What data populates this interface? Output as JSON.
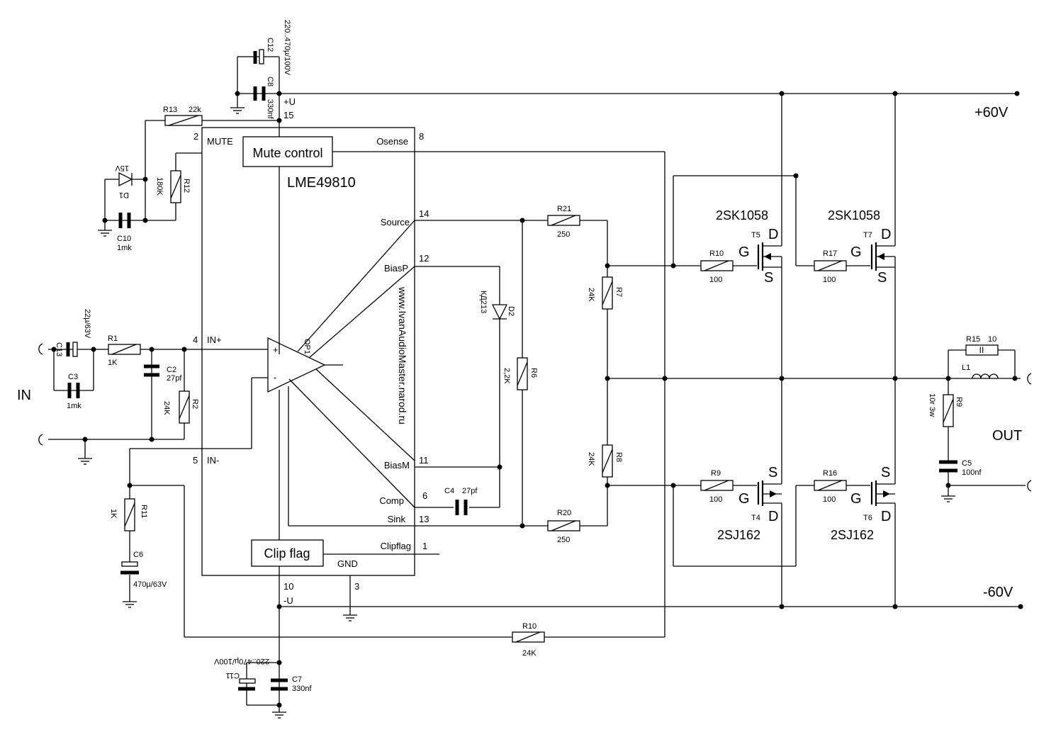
{
  "chip": {
    "name": "LME49810",
    "opamp_label": "OP1",
    "mute_block": "Mute control",
    "clip_block": "Clip flag",
    "url": "www.IvanAudioMaster.narod.ru",
    "pin_names": {
      "mute": "MUTE",
      "in_plus": "IN+",
      "in_minus": "IN-",
      "osense": "Osense",
      "source": "Source",
      "biasp": "BiasP",
      "biasm": "BiasM",
      "comp": "Comp",
      "sink": "Sink",
      "clipflag": "Clipflag",
      "gnd": "GND",
      "plus_u": "+U",
      "minus_u": "-U",
      "plus": "+",
      "minus": "-"
    },
    "pin_numbers": {
      "mute": "2",
      "in_plus": "4",
      "in_minus": "5",
      "osense": "8",
      "source": "14",
      "biasp": "12",
      "biasm": "11",
      "comp": "6",
      "sink": "13",
      "clipflag": "1",
      "gnd": "3",
      "minus_u": "10",
      "plus_u": "15"
    }
  },
  "components": {
    "C12": {
      "ref": "C12"
    },
    "C8": {
      "ref": "C8",
      "value": "330nf"
    },
    "C12_C8_rating": "220..470µ/100V",
    "R13": {
      "ref": "R13",
      "value": "22k"
    },
    "R12": {
      "ref": "R12",
      "value": "180K"
    },
    "D1": {
      "ref": "D1",
      "value": "15V"
    },
    "C10": {
      "ref": "C10",
      "value": "1mk"
    },
    "C13": {
      "ref": "C13",
      "value": "22µ/63V"
    },
    "C3": {
      "ref": "C3",
      "value": "1mk"
    },
    "R1": {
      "ref": "R1",
      "value": "1K"
    },
    "C2": {
      "ref": "C2",
      "value": "27pf"
    },
    "R2": {
      "ref": "R2",
      "value": "24K"
    },
    "R11": {
      "ref": "R11",
      "value": "1K"
    },
    "C6": {
      "ref": "C6",
      "value": "470µ/63V"
    },
    "D2": {
      "ref": "D2",
      "value": "КД213"
    },
    "R6": {
      "ref": "R6",
      "value": "2,2K"
    },
    "C4": {
      "ref": "C4",
      "value": "27pf"
    },
    "R21": {
      "ref": "R21",
      "value": "250"
    },
    "R20": {
      "ref": "R20",
      "value": "250"
    },
    "R7": {
      "ref": "R7",
      "value": "24K"
    },
    "R8": {
      "ref": "R8",
      "value": "24K"
    },
    "R10a": {
      "ref": "R10",
      "value": "100"
    },
    "R17": {
      "ref": "R17",
      "value": "100"
    },
    "R9a": {
      "ref": "R9",
      "value": "100"
    },
    "R16": {
      "ref": "R16",
      "value": "100"
    },
    "R10b": {
      "ref": "R10",
      "value": "24K"
    },
    "C11": {
      "ref": "C11"
    },
    "C7": {
      "ref": "C7",
      "value": "330nf"
    },
    "C11_C7_rating": "220..470µ/100V",
    "R15": {
      "ref": "R15",
      "value": "10"
    },
    "L1": {
      "ref": "L1"
    },
    "R9b": {
      "ref": "R9",
      "value": "10r 3w"
    },
    "C5": {
      "ref": "C5",
      "value": "100nf"
    }
  },
  "transistors": {
    "T5": {
      "ref": "T5",
      "part": "2SK1058"
    },
    "T7": {
      "ref": "T7",
      "part": "2SK1058"
    },
    "T4": {
      "ref": "T4",
      "part": "2SJ162"
    },
    "T6": {
      "ref": "T6",
      "part": "2SJ162"
    },
    "pins": {
      "g": "G",
      "d": "D",
      "s": "S"
    }
  },
  "labels": {
    "pos_rail": "+60V",
    "neg_rail": "-60V",
    "input": "IN",
    "output": "OUT"
  }
}
